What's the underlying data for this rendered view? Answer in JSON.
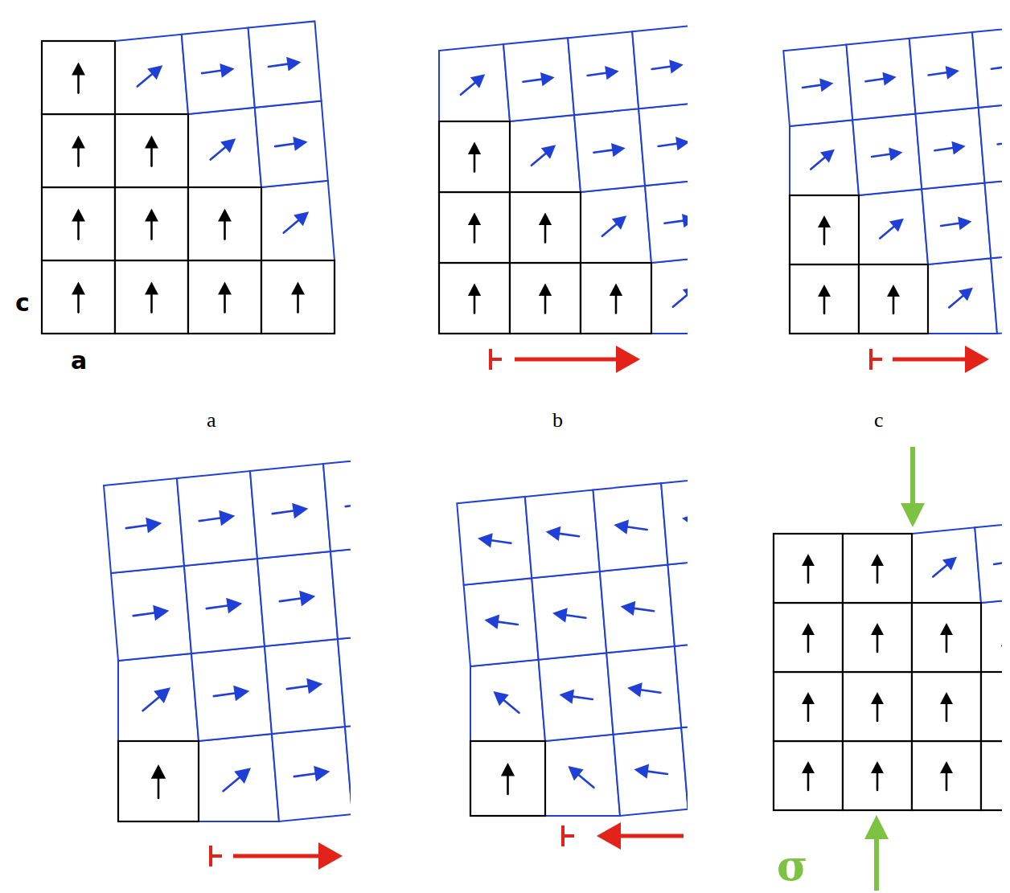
{
  "diagram": {
    "labels": [
      "c",
      "a",
      "a",
      "b",
      "c",
      "σ"
    ]
  }
}
